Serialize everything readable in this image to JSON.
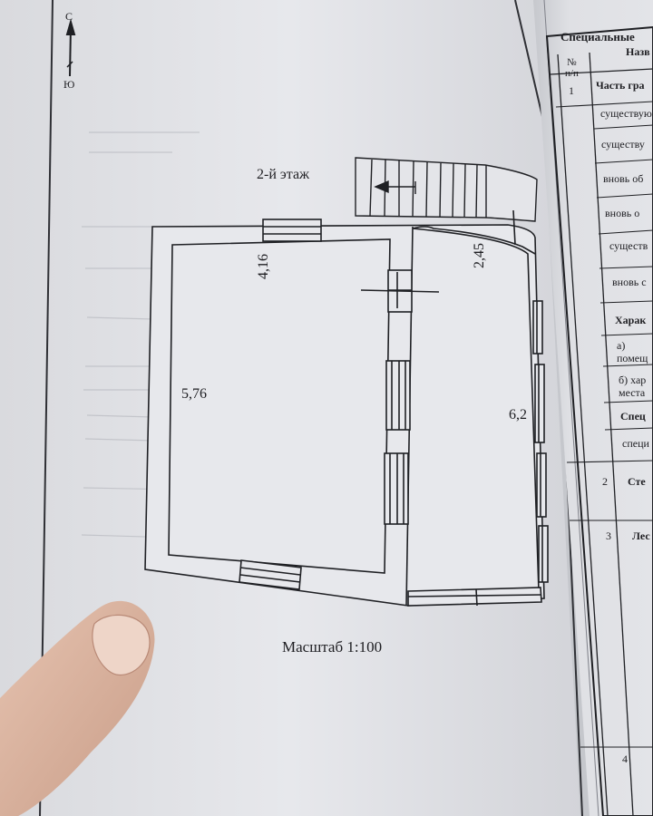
{
  "compass": {
    "north": "С",
    "south": "Ю"
  },
  "plan": {
    "floor_title": "2-й этаж",
    "dimensions": {
      "top_width": "4,16",
      "left_height": "5,76",
      "right_top_width": "2,45",
      "right_height": "6,2"
    },
    "scale": "Масштаб 1:100"
  },
  "right_page": {
    "title": "Специальные",
    "header": {
      "number": "№\nп/п",
      "name": "Назв"
    },
    "rows": [
      {
        "num": "1",
        "part": "Часть гра"
      },
      {
        "cell": "существую"
      },
      {
        "cell": "существу"
      },
      {
        "cell": "вновь об"
      },
      {
        "cell": "вновь о"
      },
      {
        "cell": "существ"
      },
      {
        "cell": "вновь с"
      },
      {
        "cell": "Харак"
      },
      {
        "cell_a1": "а)",
        "cell_a2": "помещ"
      },
      {
        "cell_b1": "б) хар",
        "cell_b2": "места"
      },
      {
        "cell": "Спец"
      },
      {
        "cell": "специ"
      },
      {
        "num": "2",
        "cell": "Сте"
      },
      {
        "num": "3",
        "cell": "Лес"
      },
      {
        "num": "4"
      }
    ]
  }
}
